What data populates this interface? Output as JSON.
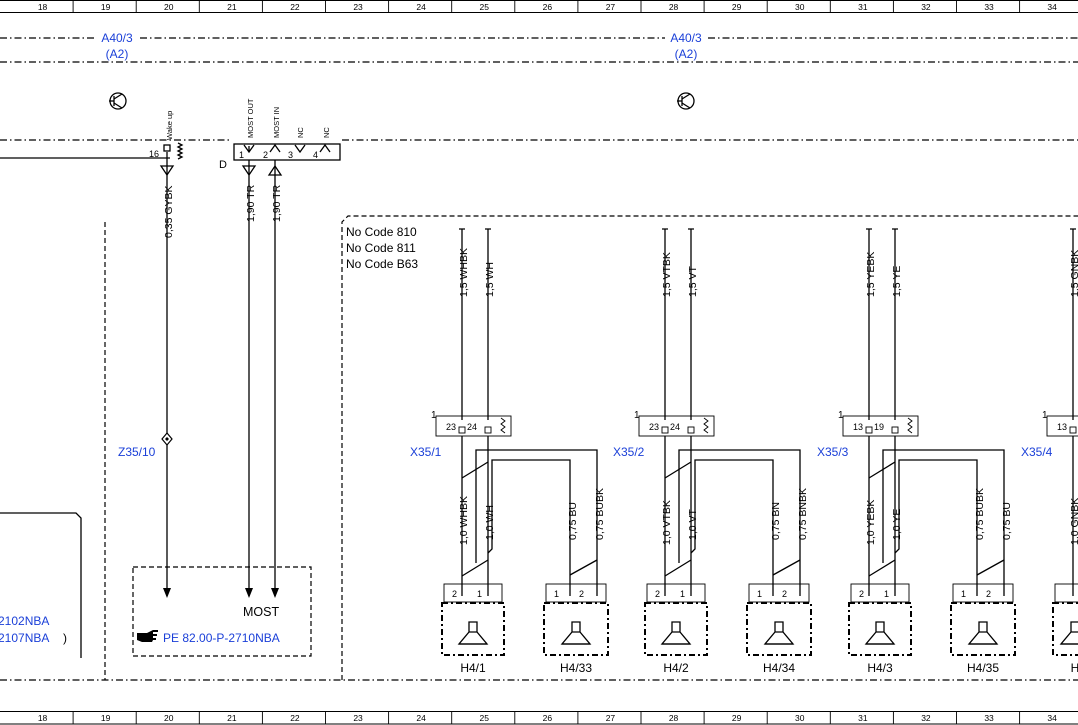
{
  "grid": {
    "columns": [
      "18",
      "19",
      "20",
      "21",
      "22",
      "23",
      "24",
      "25",
      "26",
      "27",
      "28",
      "29",
      "30",
      "31",
      "32",
      "33",
      "34"
    ]
  },
  "modules": [
    {
      "name": "A40/3",
      "sub": "(A2)"
    },
    {
      "name": "A40/3",
      "sub": "(A2)"
    }
  ],
  "most": {
    "connector_letter": "D",
    "pins": [
      "1",
      "2",
      "3",
      "4"
    ],
    "pin_labels": [
      "MOST OUT",
      "MOST IN",
      "NC",
      "NC"
    ],
    "wake_pin": "16",
    "wake_label": "Wake up",
    "wires": [
      "0,35 GYBK",
      "1,90 TR",
      "1,90 TR"
    ],
    "splice": "Z35/10",
    "box_label": "MOST",
    "ref": "PE 82.00-P-2710NBA",
    "ref_icon": "pointing-hand-icon"
  },
  "left_refs": [
    "2102NBA",
    "2107NBA",
    ")"
  ],
  "codes": [
    "No  Code 810",
    "No  Code 811",
    "No  Code B63"
  ],
  "channels": [
    {
      "connector": "X35/1",
      "pin_a": "23",
      "pin_b": "24",
      "up_wires": [
        "1,5 WHBK",
        "1,5 WH"
      ],
      "down_wires": [
        "1,0 WHBK",
        "1,0 WH"
      ],
      "tw_wires": [
        "0,75 BU",
        "0,75 BUBK"
      ],
      "spk_main": "H4/1",
      "spk_tw": "H4/33"
    },
    {
      "connector": "X35/2",
      "pin_a": "23",
      "pin_b": "24",
      "up_wires": [
        "1,5 VTBK",
        "1,5 VT"
      ],
      "down_wires": [
        "1,0 VTBK",
        "1,0 VT"
      ],
      "tw_wires": [
        "0,75 BN",
        "0,75 BNBK"
      ],
      "spk_main": "H4/2",
      "spk_tw": "H4/34"
    },
    {
      "connector": "X35/3",
      "pin_a": "13",
      "pin_b": "19",
      "up_wires": [
        "1,5 YEBK",
        "1,5 YE"
      ],
      "down_wires": [
        "1,0 YEBK",
        "1,0 YE"
      ],
      "tw_wires": [
        "0,75 BUBK",
        "0,75 BU"
      ],
      "spk_main": "H4/3",
      "spk_tw": "H4/35"
    },
    {
      "connector": "X35/4",
      "pin_a": "13",
      "pin_b": "",
      "up_wires": [
        "1,5 GNBK",
        ""
      ],
      "down_wires": [
        "1,0 GNBK",
        ""
      ],
      "tw_wires": [
        "",
        ""
      ],
      "spk_main": "H",
      "spk_tw": ""
    }
  ],
  "pin_pair": [
    "2",
    "1"
  ],
  "pin_pair_tw": [
    "1",
    "2"
  ],
  "pin_one": "1",
  "colors": {
    "reference_blue": "#1a3fd8",
    "line": "#000000"
  }
}
